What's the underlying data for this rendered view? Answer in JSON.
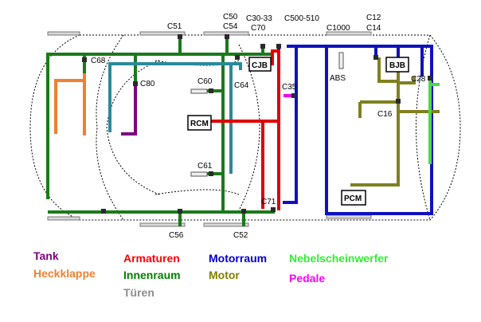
{
  "connectors": {
    "c51": "C51",
    "c50": "C50",
    "c54": "C54",
    "c30_33": "C30-33",
    "c70": "C70",
    "c500_510": "C500-510",
    "c1000": "C1000",
    "c12": "C12",
    "c14": "C14",
    "c68": "C68",
    "c80": "C80",
    "c60": "C60",
    "c64": "C64",
    "c35": "C35",
    "c28": "C28",
    "c16": "C16",
    "c61": "C61",
    "c71": "C71",
    "c56": "C56",
    "c52": "C52"
  },
  "modules": {
    "cjb": "CJB",
    "bjb": "BJB",
    "rcm": "RCM",
    "pcm": "PCM",
    "abs": "ABS"
  },
  "legend": [
    {
      "label": "Tank",
      "color": "#800080"
    },
    {
      "label": "Heckklappe",
      "color": "#f08030"
    },
    {
      "label": "Armaturen",
      "color": "#ff0000"
    },
    {
      "label": "Innenraum",
      "color": "#008000"
    },
    {
      "label": "Türen",
      "color": "#8c8c8c"
    },
    {
      "label": "Motorraum",
      "color": "#0000cc"
    },
    {
      "label": "Motor",
      "color": "#808000"
    },
    {
      "label": "Nebelscheinwerfer",
      "color": "#33ee33"
    },
    {
      "label": "Pedale",
      "color": "#ff00ff"
    }
  ],
  "harness_colors": {
    "tank": "#800080",
    "heckklappe": "#f08030",
    "armaturen": "#e00000",
    "innenraum": "#1a7a1a",
    "tueren": "#9a9a9a",
    "motorraum": "#1010c0",
    "motor": "#808020",
    "nebelscheinwerfer": "#44dd44",
    "pedale": "#ee00ee",
    "teal": "#2a8a9a"
  }
}
